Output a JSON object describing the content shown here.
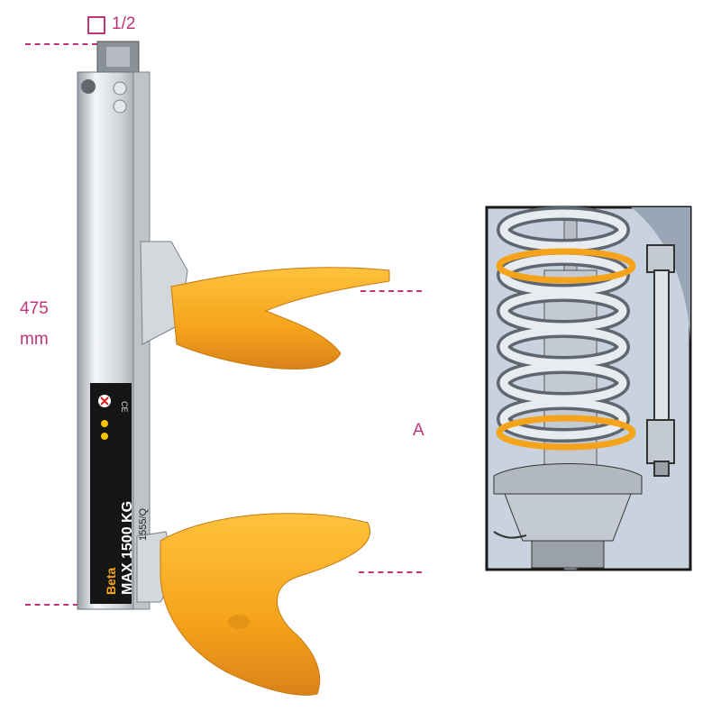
{
  "annotations": {
    "drive_size": "1/2",
    "height_value": "475",
    "height_unit": "mm",
    "side_label": "A"
  },
  "tool_labels": {
    "brand": "Beta",
    "model": "1555/Q",
    "capacity": "MAX 1500 KG"
  },
  "colors": {
    "annotation": "#c0357a",
    "jaw": "#f5a31a",
    "body": "#d9dde2",
    "inset_frame": "#1a1a1a",
    "inset_background": "#c9d3e0"
  }
}
